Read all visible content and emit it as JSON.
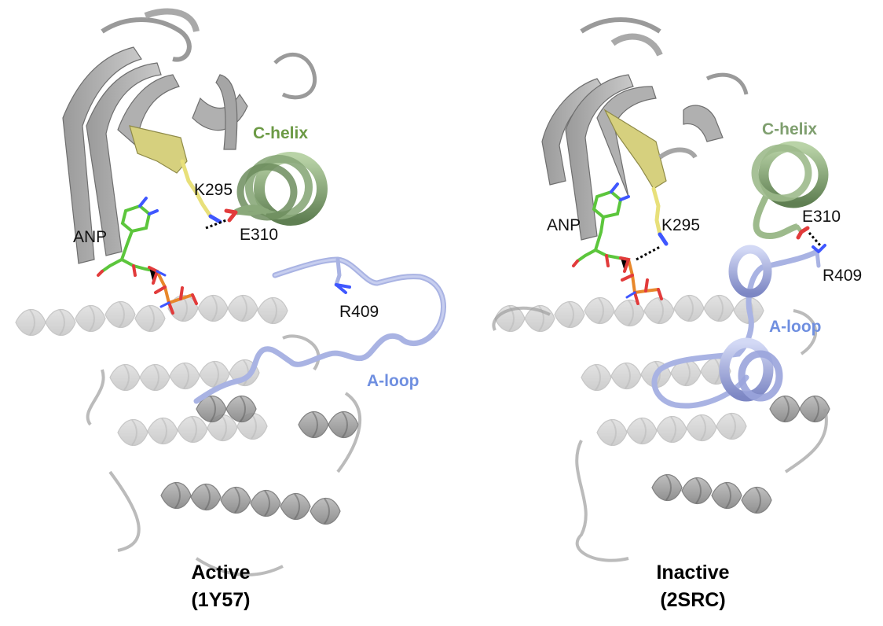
{
  "colors": {
    "protein_gray": "#8f8f8f",
    "c_helix": "#7f9f6f",
    "c_helix_label": "#6c9a45",
    "a_loop": "#a9b3e3",
    "a_loop_label": "#6f8fe0",
    "beta_yellow": "#d6d07e",
    "lys_stick": "#e8e07a",
    "carbon_green": "#5cc63c",
    "phosphate_orange": "#e8872a",
    "oxygen_red": "#e23b3b",
    "nitrogen_blue": "#3f57ff"
  },
  "panels": [
    {
      "state": "Active",
      "pdb": "(1Y57)",
      "labels": {
        "anp": "ANP",
        "lys": "K295",
        "glu": "E310",
        "arg": "R409",
        "c_helix": "C-helix",
        "a_loop": "A-loop"
      },
      "hbond": "K295–E310"
    },
    {
      "state": "Inactive",
      "pdb": "(2SRC)",
      "labels": {
        "anp": "ANP",
        "lys": "K295",
        "glu": "E310",
        "arg": "R409",
        "c_helix": "C-helix",
        "a_loop": "A-loop"
      },
      "hbond": "E310–R409"
    }
  ]
}
